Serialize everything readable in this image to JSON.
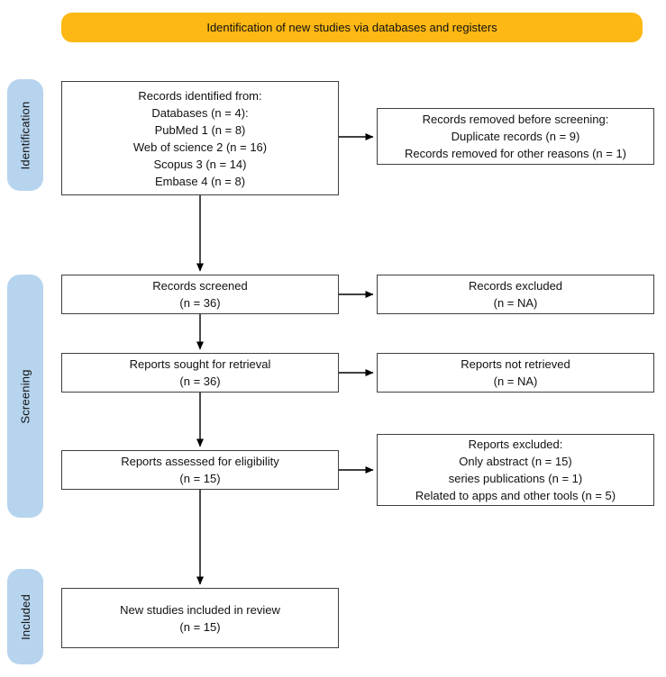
{
  "title_banner": "Identification of new studies via databases and registers",
  "stages": {
    "identification": "Identification",
    "screening": "Screening",
    "included": "Included"
  },
  "boxes": {
    "records_identified": "Records identified from:\nDatabases (n = 4):\nPubMed 1 (n = 8)\nWeb of science 2 (n = 16)\nScopus 3 (n = 14)\nEmbase 4 (n = 8)",
    "records_removed": "Records removed before screening:\nDuplicate records (n = 9)\nRecords removed for other reasons (n = 1)",
    "records_screened": "Records screened\n(n = 36)",
    "records_excluded": "Records excluded\n(n = NA)",
    "reports_sought": "Reports sought for retrieval\n(n = 36)",
    "reports_not_retrieved": "Reports not retrieved\n(n = NA)",
    "reports_assessed": "Reports assessed for eligibility\n(n = 15)",
    "reports_excluded": "Reports excluded:\nOnly abstract (n = 15)\nseries publications (n = 1)\nRelated to apps and other tools (n = 5)",
    "new_studies_included": "New studies included in review\n(n = 15)"
  },
  "colors": {
    "banner_bg": "#FDB813",
    "stage_bg": "#B7D4EF",
    "box_border": "#3f3f3f",
    "arrow": "#000000",
    "text": "#111111",
    "background": "#FFFFFF"
  }
}
